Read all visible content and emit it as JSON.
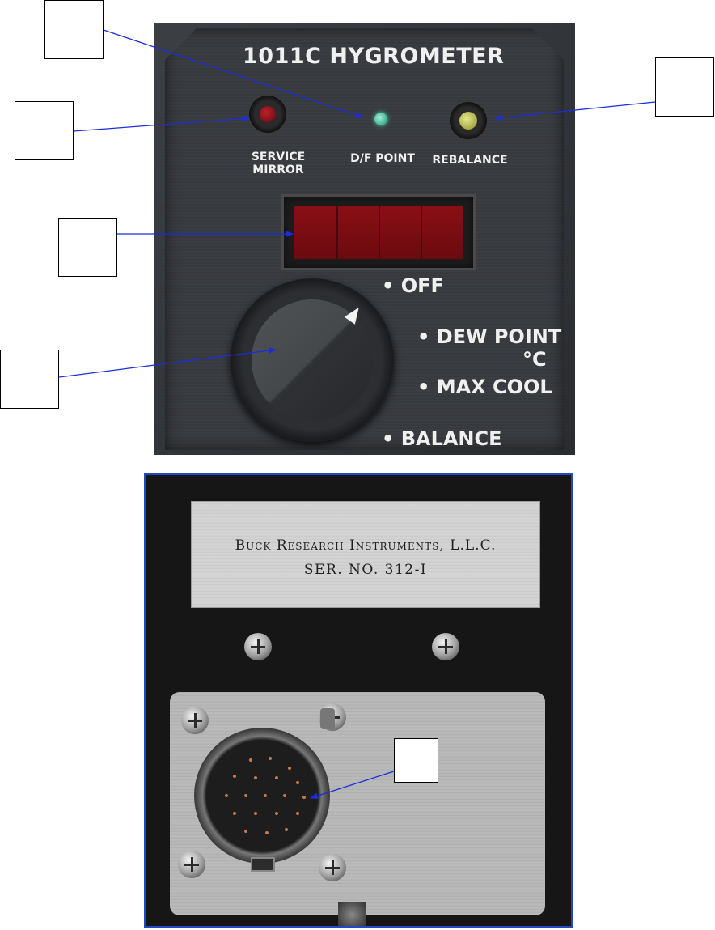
{
  "front_panel": {
    "title": "1011C HYGROMETER",
    "indicators": [
      {
        "label_line1": "SERVICE",
        "label_line2": "MIRROR",
        "color": "#b01a22"
      },
      {
        "label_line1": "D/F POINT",
        "label_line2": "",
        "color": "#3fd6a8"
      },
      {
        "label_line1": "REBALANCE",
        "label_line2": "",
        "color": "#d9dc6a"
      }
    ],
    "display_color": "#7a0c12",
    "selector_positions": {
      "off": "• OFF",
      "dew_point": "• DEW POINT",
      "dew_point_unit": "°C",
      "max_cool": "• MAX COOL",
      "balance": "• BALANCE"
    }
  },
  "back_panel": {
    "nameplate_line1": "Buck Research Instruments, L.L.C.",
    "nameplate_line2": "SER. NO. 312-I"
  },
  "callouts": [
    "",
    "",
    "",
    "",
    "",
    ""
  ],
  "colors": {
    "arrow": "#1a2fd8",
    "back_panel_border": "#2546c8"
  }
}
